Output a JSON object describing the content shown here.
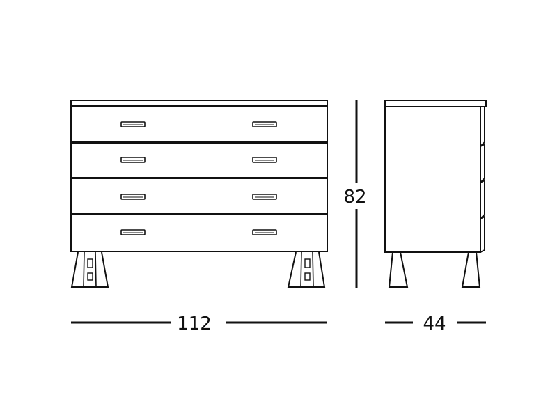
{
  "dimensions": {
    "width": "112",
    "height": "82",
    "depth": "44"
  },
  "drawing": {
    "front_view": {
      "drawers": 4,
      "handles_per_drawer": 2
    },
    "side_view": {
      "drawers": 4
    },
    "colors": {
      "line": "#111111",
      "background": "#ffffff"
    }
  }
}
